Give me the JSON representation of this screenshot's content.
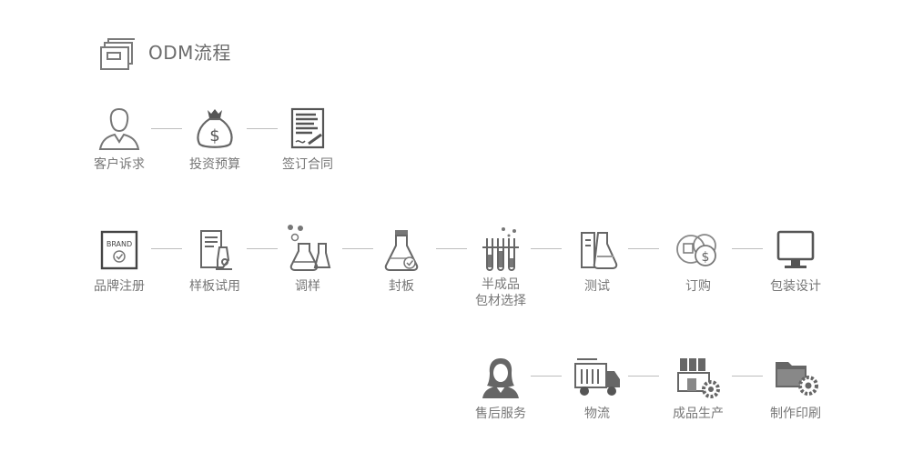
{
  "title": "ODM流程",
  "icons": {
    "title": "folder-stack-icon"
  },
  "row1": [
    {
      "label": "客户诉求",
      "icon": "customer-icon"
    },
    {
      "label": "投资预算",
      "icon": "money-bag-icon"
    },
    {
      "label": "签订合同",
      "icon": "contract-icon"
    }
  ],
  "row2": [
    {
      "label": "品牌注册",
      "icon": "brand-icon",
      "brand_text": "BRAND"
    },
    {
      "label": "样板试用",
      "icon": "sample-trial-icon"
    },
    {
      "label": "调样",
      "icon": "adjust-sample-icon"
    },
    {
      "label": "封板",
      "icon": "seal-sample-icon"
    },
    {
      "label": "半成品",
      "label2": "包材选择",
      "icon": "test-tubes-icon"
    },
    {
      "label": "测试",
      "icon": "testing-flask-icon"
    },
    {
      "label": "订购",
      "icon": "order-coins-icon"
    },
    {
      "label": "包装设计",
      "icon": "monitor-icon"
    }
  ],
  "row3": [
    {
      "label": "售后服务",
      "icon": "customer-service-icon"
    },
    {
      "label": "物流",
      "icon": "truck-icon"
    },
    {
      "label": "成品生产",
      "icon": "factory-gear-icon"
    },
    {
      "label": "制作印刷",
      "icon": "folder-gear-icon"
    }
  ]
}
